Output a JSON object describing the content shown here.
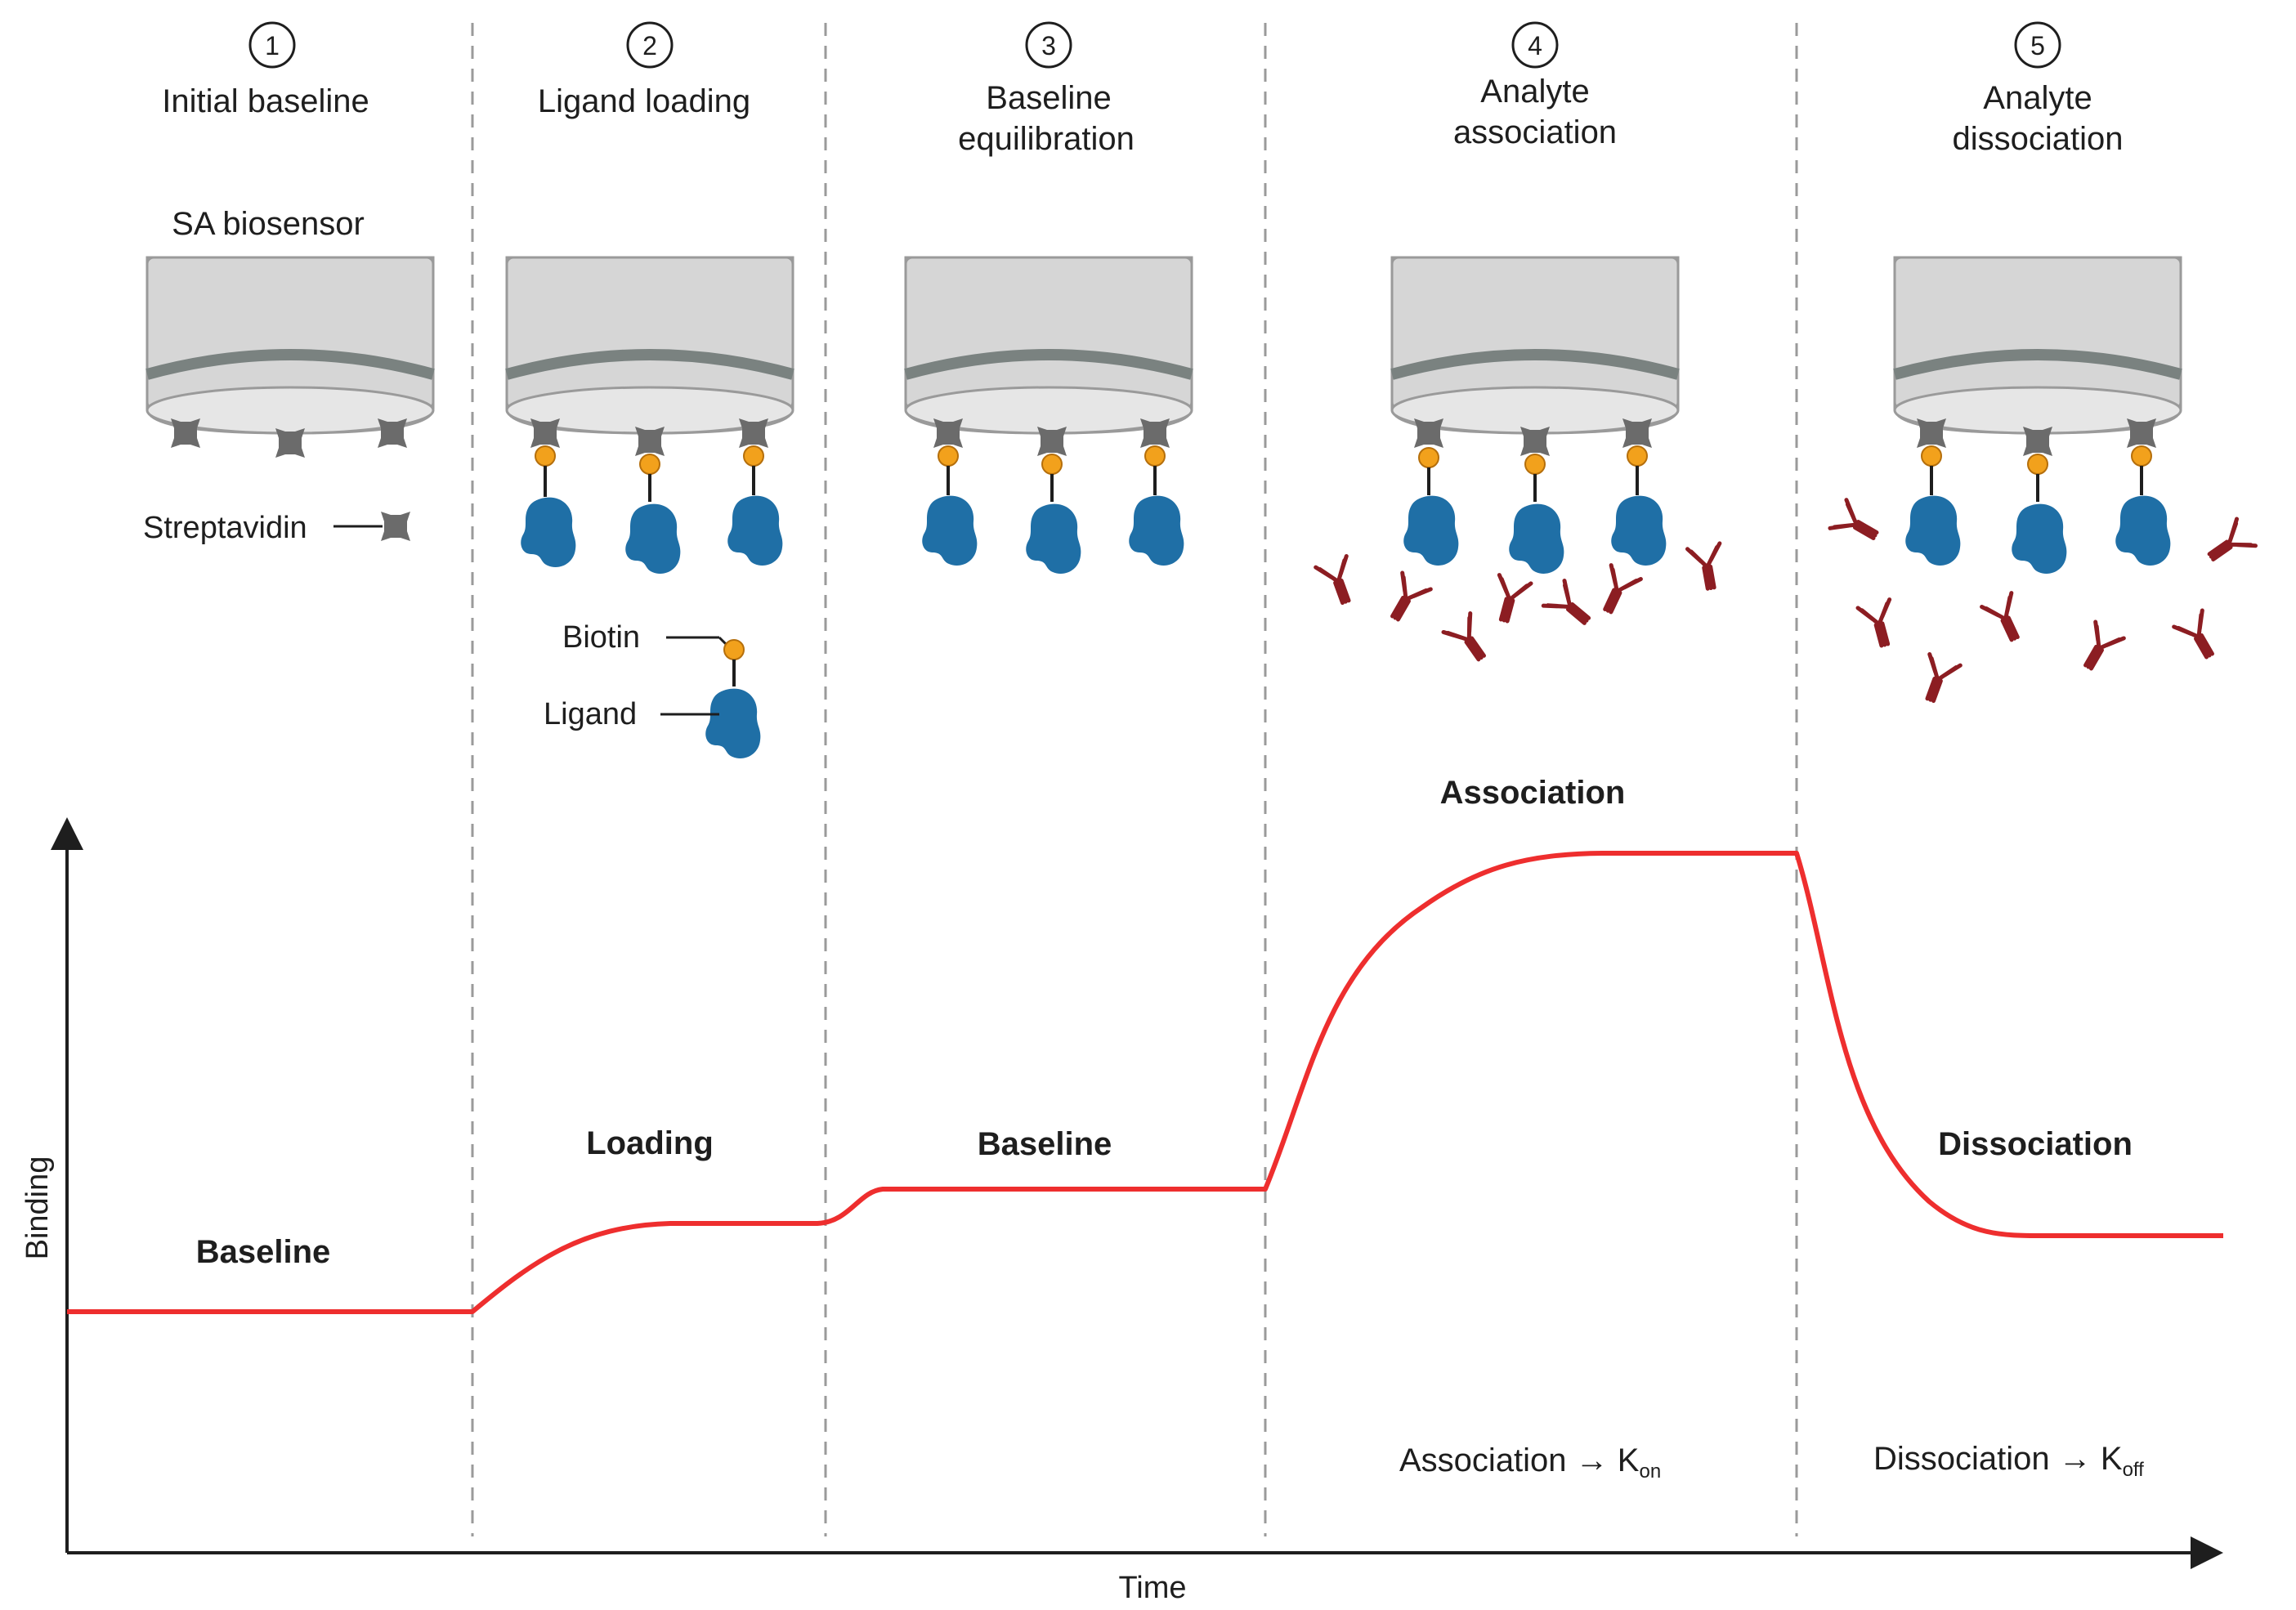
{
  "steps": [
    {
      "num": "1",
      "title_line1": "Initial baseline",
      "title_line2": ""
    },
    {
      "num": "2",
      "title_line1": "Ligand loading",
      "title_line2": ""
    },
    {
      "num": "3",
      "title_line1": "Baseline",
      "title_line2": "equilibration"
    },
    {
      "num": "4",
      "title_line1": "Analyte",
      "title_line2": "association"
    },
    {
      "num": "5",
      "title_line1": "Analyte",
      "title_line2": "dissociation"
    }
  ],
  "labels": {
    "sensor": "SA biosensor",
    "streptavidin": "Streptavidin",
    "biotin": "Biotin",
    "ligand": "Ligand"
  },
  "phases": {
    "baseline1": "Baseline",
    "loading": "Loading",
    "baseline2": "Baseline",
    "association": "Association",
    "dissociation": "Dissociation"
  },
  "kinetics": {
    "kon_prefix": "Association → K",
    "kon_sub": "on",
    "koff_prefix": "Dissociation → K",
    "koff_sub": "off"
  },
  "axes": {
    "ylabel": "Binding",
    "xlabel": "Time"
  },
  "colors": {
    "curve": "#ee2e2e",
    "ligand": "#1f6fa6",
    "biotin": "#f2a11c",
    "antibody": "#8c1d22",
    "sensor_body": "#d4d4d4",
    "streptavidin": "#6b6b6b"
  }
}
